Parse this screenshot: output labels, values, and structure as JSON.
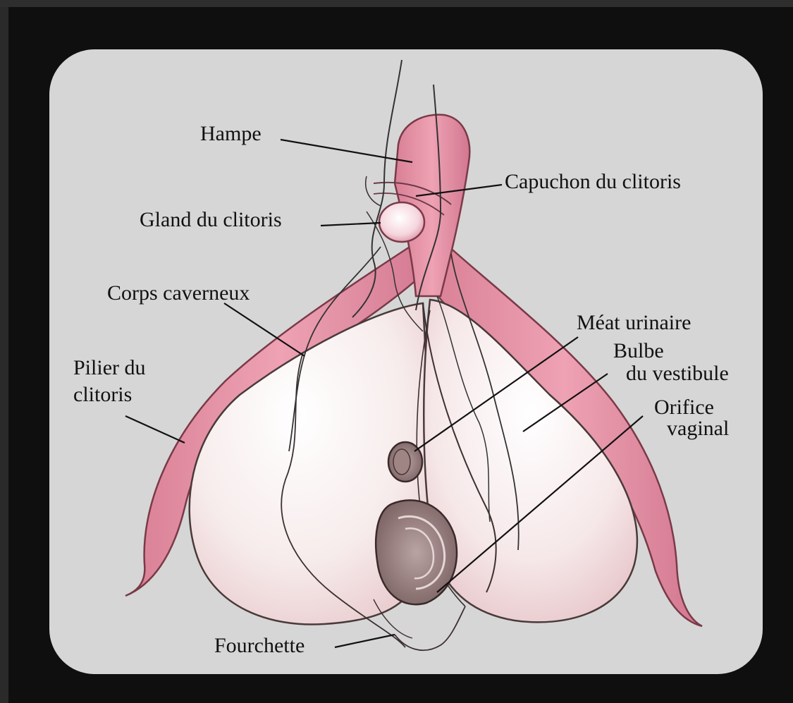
{
  "diagram": {
    "labels": {
      "hampe": "Hampe",
      "capuchon": "Capuchon du clitoris",
      "gland": "Gland du clitoris",
      "corps_caverneux": "Corps caverneux",
      "pilier_line1": "Pilier du",
      "pilier_line2": "clitoris",
      "meat": "Méat urinaire",
      "bulbe_line1": "Bulbe",
      "bulbe_line2": "du vestibule",
      "orifice_line1": "Orifice",
      "orifice_line2": "vaginal",
      "fourchette": "Fourchette"
    },
    "colors": {
      "background": "#0f0f0f",
      "panel": "#d6d6d6",
      "erectile_pink": "#e493a6",
      "bulb_white": "#f5eaea",
      "outline": "#2a2a2a"
    }
  }
}
